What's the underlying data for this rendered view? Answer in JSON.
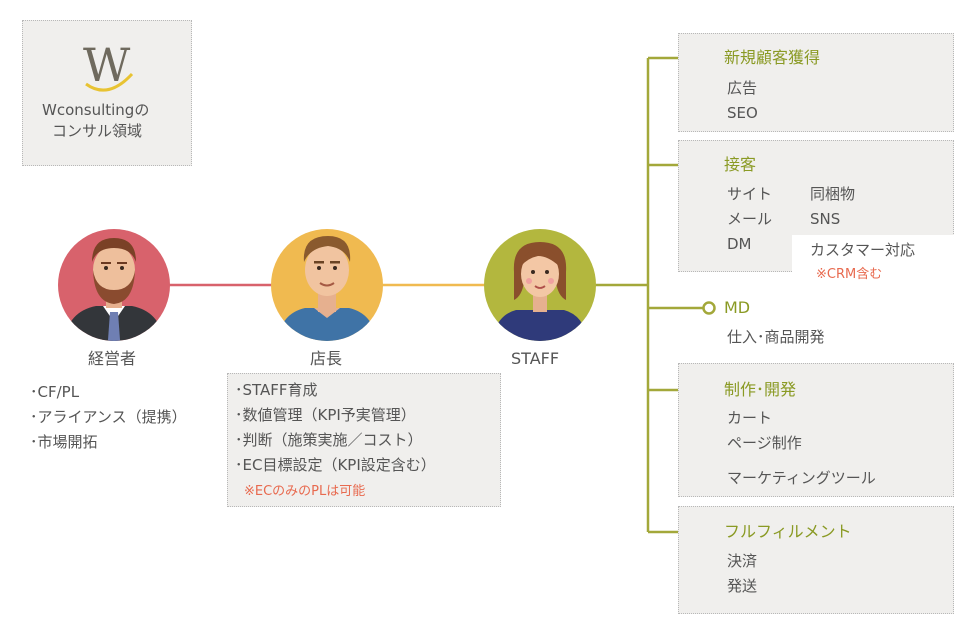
{
  "logo": {
    "letter": "W",
    "caption_line1": "Wconsultingの",
    "caption_line2": "コンサル領域"
  },
  "people": {
    "owner": {
      "label": "経営者",
      "items": [
        "･CF/PL",
        "･アライアンス（提携）",
        "･市場開拓"
      ]
    },
    "manager": {
      "label": "店長",
      "items": [
        "･STAFF育成",
        "･数値管理（KPI予実管理）",
        "･判断（施策実施／コスト）",
        "･EC目標設定（KPI設定含む）"
      ],
      "note": "※ECのみのPLは可能"
    },
    "staff": {
      "label": "STAFF"
    }
  },
  "branches": {
    "acquisition": {
      "title": "新規顧客獲得",
      "items": [
        "広告",
        "SEO"
      ]
    },
    "service": {
      "title": "接客",
      "col1": [
        "サイト",
        "メール",
        "DM"
      ],
      "col2": [
        "同梱物",
        "SNS"
      ],
      "extra": "カスタマー対応",
      "note": "※CRM含む"
    },
    "md": {
      "title": "MD",
      "items": [
        "仕入･商品開発"
      ]
    },
    "production": {
      "title": "制作･開発",
      "items": [
        "カート",
        "ページ制作",
        "マーケティングツール"
      ]
    },
    "fulfillment": {
      "title": "フルフィルメント",
      "items": [
        "決済",
        "発送"
      ]
    }
  },
  "colors": {
    "owner_circle": "#d8626c",
    "manager_circle": "#f0ba50",
    "staff_circle": "#b3b73e",
    "owner_line": "#d8626c",
    "manager_line": "#f0ba50",
    "tree_line": "#a3a83a",
    "title_green": "#8a9a24",
    "note_red": "#e86a4f"
  }
}
